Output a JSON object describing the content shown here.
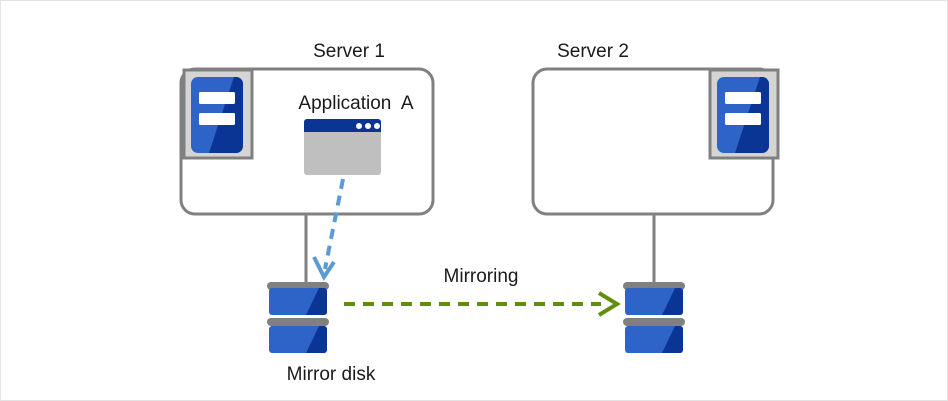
{
  "diagram": {
    "title_server1": "Server 1",
    "title_server2": "Server 2",
    "app_label": "Application  A",
    "mirroring_label": "Mirroring",
    "mirror_disk_label": "Mirror disk",
    "icons": {
      "server1_box": "server-box",
      "server2_box": "server-box",
      "server1_machine": "server-machine-icon",
      "server2_machine": "server-machine-icon",
      "app_window": "application-window-icon",
      "disk_left": "disk-stack-icon",
      "disk_right": "disk-stack-icon",
      "write_arrow": "blue-dashed-write-arrow",
      "mirror_arrow": "green-dashed-mirroring-arrow",
      "connector_left": "disk-connector-line",
      "connector_right": "disk-connector-line"
    },
    "colors": {
      "box_stroke": "#808080",
      "icon_frame": "#d4d4d4",
      "blue_light": "#2e64c8",
      "blue_dark": "#0b3594",
      "navy_titlebar": "#0b3594",
      "window_body": "#bfbfbf",
      "disk_bar": "#808080",
      "write_arrow": "#5b9bd5",
      "mirror_arrow": "#5f8f0c",
      "text": "#1a1a1a",
      "page_border": "#e3e3e3"
    }
  }
}
